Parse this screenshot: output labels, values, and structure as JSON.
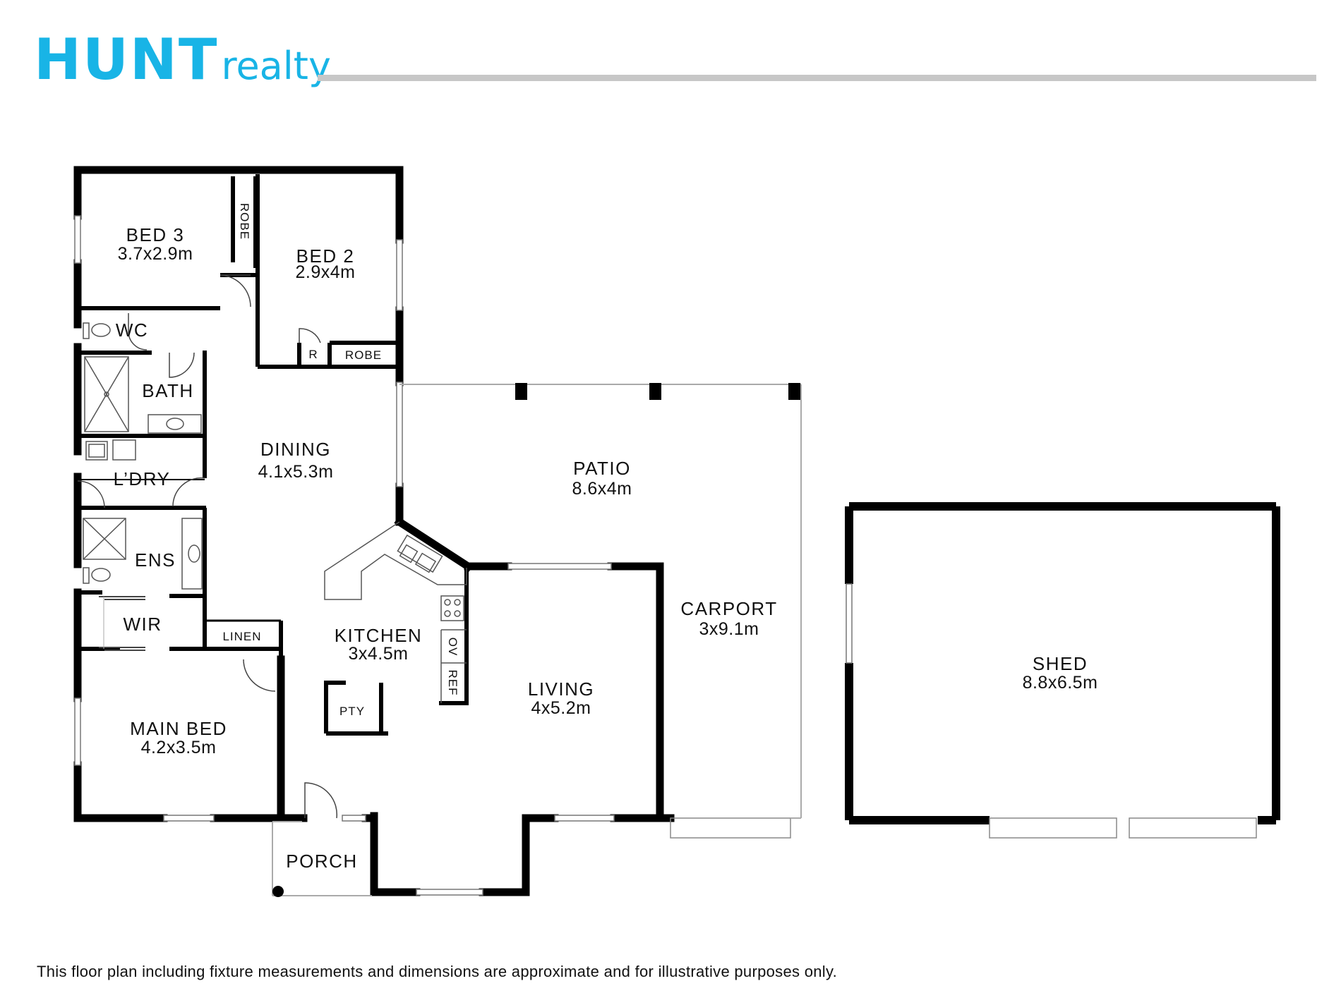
{
  "brand": {
    "name_bold": "HUNT",
    "name_light": "realty",
    "color": "#18b4e6"
  },
  "rooms": {
    "bed3": {
      "name": "BED 3",
      "size": "3.7x2.9m"
    },
    "bed2": {
      "name": "BED 2",
      "size": "2.9x4m"
    },
    "wc": {
      "name": "WC"
    },
    "bath": {
      "name": "BATH"
    },
    "laundry": {
      "name": "L’DRY"
    },
    "dining": {
      "name": "DINING",
      "size": "4.1x5.3m"
    },
    "patio": {
      "name": "PATIO",
      "size": "8.6x4m"
    },
    "ensuite": {
      "name": "ENS"
    },
    "wir": {
      "name": "WIR"
    },
    "linen": {
      "name": "LINEN"
    },
    "kitchen": {
      "name": "KITCHEN",
      "size": "3x4.5m"
    },
    "pantry": {
      "name": "PTY"
    },
    "living": {
      "name": "LIVING",
      "size": "4x5.2m"
    },
    "carport": {
      "name": "CARPORT",
      "size": "3x9.1m"
    },
    "shed": {
      "name": "SHED",
      "size": "8.8x6.5m"
    },
    "main_bed": {
      "name": "MAIN BED",
      "size": "4.2x3.5m"
    },
    "porch": {
      "name": "PORCH"
    }
  },
  "fixtures": {
    "robe_bed3": "ROBE",
    "robe_bed2": "ROBE",
    "r_bed2": "R",
    "oven": "OV",
    "fridge": "REF"
  },
  "disclaimer": "This floor plan including fixture measurements and dimensions are approximate and for illustrative purposes only."
}
